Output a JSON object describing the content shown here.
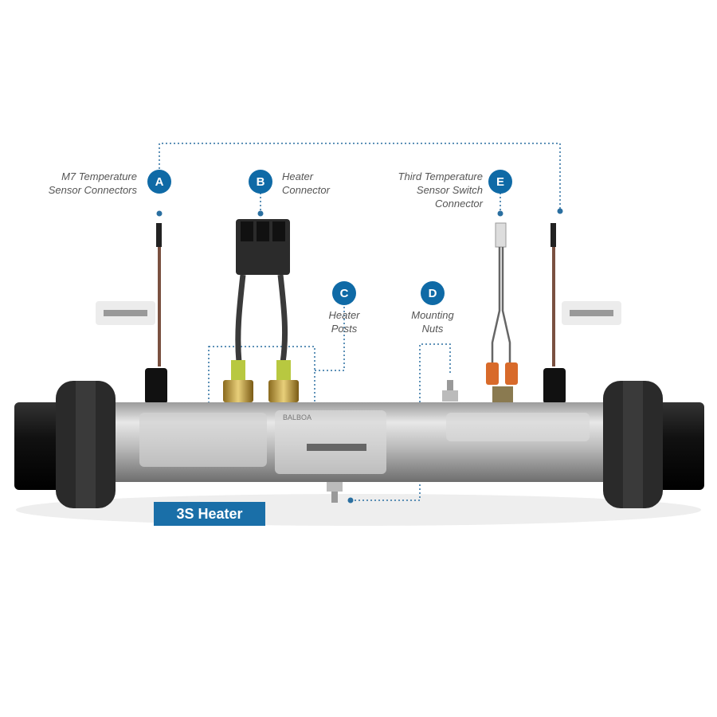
{
  "callouts": [
    {
      "letter": "A",
      "label_lines": [
        "M7 Temperature",
        "Sensor Connectors"
      ]
    },
    {
      "letter": "B",
      "label_lines": [
        "Heater",
        "Connector"
      ]
    },
    {
      "letter": "C",
      "label_lines": [
        "Heater",
        "Posts"
      ]
    },
    {
      "letter": "D",
      "label_lines": [
        "Mounting",
        "Nuts"
      ]
    },
    {
      "letter": "E",
      "label_lines": [
        "Third Temperature",
        "Sensor Switch",
        "Connector"
      ]
    }
  ],
  "product_tag": "3S Heater",
  "brand_on_label": "BALBOA",
  "colors": {
    "accent": "#0f6aa6",
    "tag": "#1a6fa8",
    "tube": "#c8c8c8"
  }
}
